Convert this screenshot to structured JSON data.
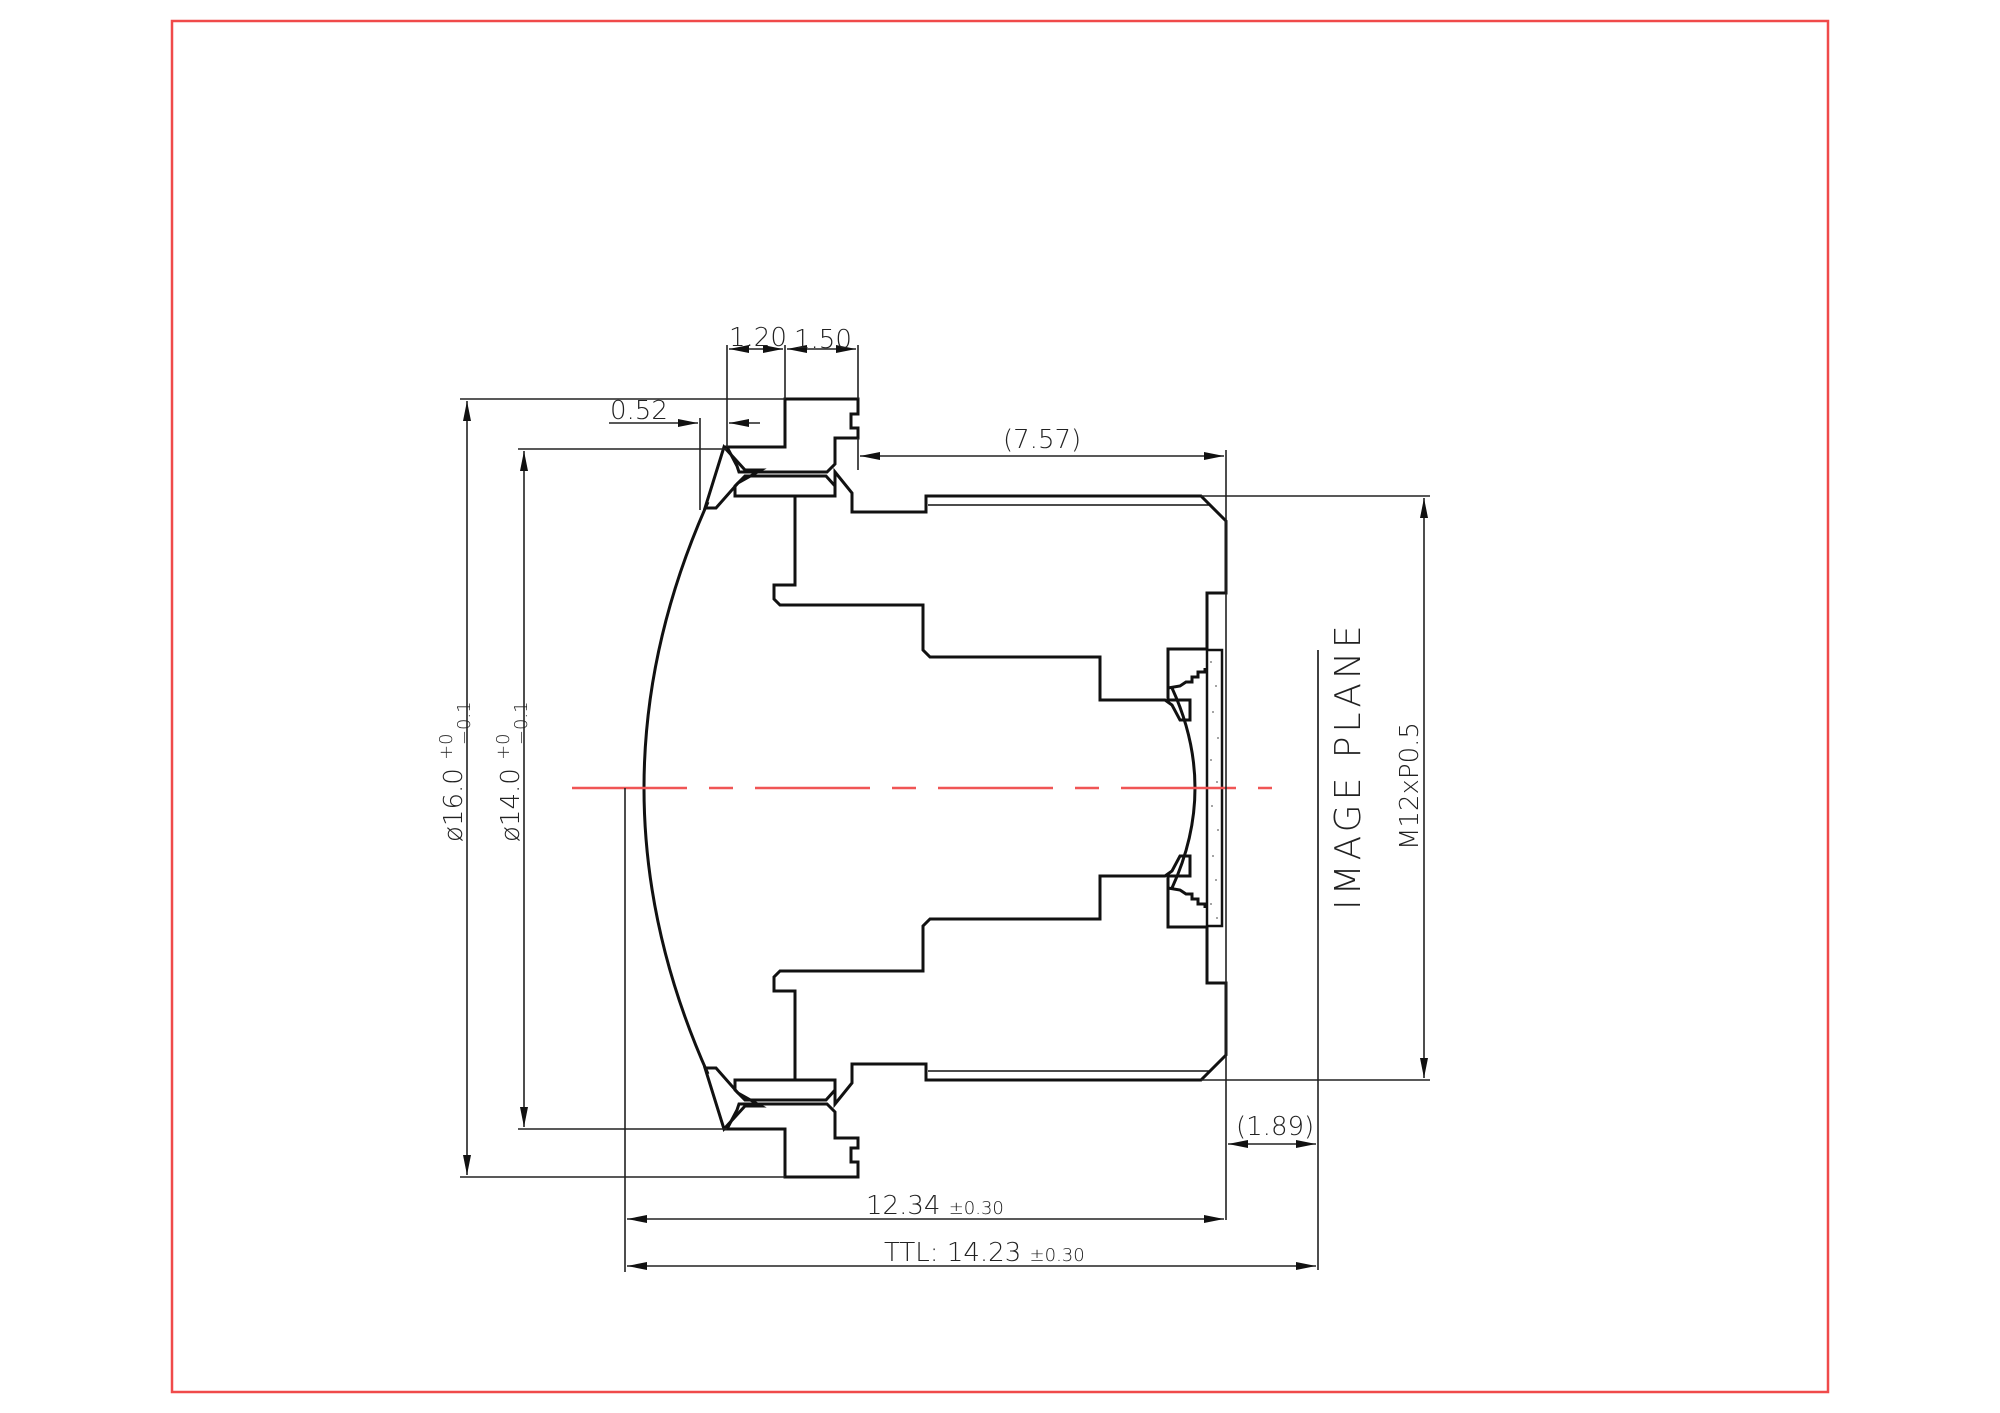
{
  "drawing": {
    "title": "Lens barrel cross-section (M12 mount lens)",
    "frame_color": "#f04a4a",
    "axis_color": "#f05555",
    "line_color": "#111111"
  },
  "dimensions": {
    "d_120": "1.20",
    "d_150": "1.50",
    "d_052": "0.52",
    "d_757": "(7.57)",
    "d_189": "(1.89)",
    "d_1234_value": "12.34",
    "d_1234_tol": "±0.30",
    "ttl_prefix": "TTL:",
    "ttl_value": "14.23",
    "ttl_tol": "±0.30",
    "dia16_value": "ø16.0",
    "dia16_tol_upper": "+0",
    "dia16_tol_lower": "−0.1",
    "dia14_value": "ø14.0",
    "dia14_tol_upper": "+0",
    "dia14_tol_lower": "−0.1",
    "thread": "M12xP0.5"
  },
  "labels": {
    "image_plane": "IMAGE PLANE"
  }
}
